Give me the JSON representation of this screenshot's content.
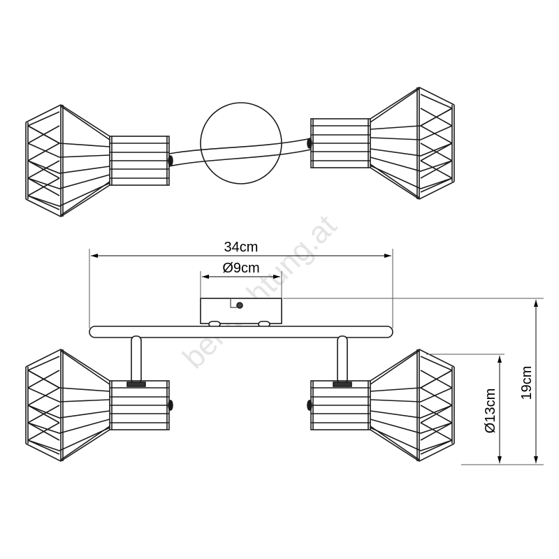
{
  "dimensions": {
    "total_width": "34cm",
    "canopy_diameter": "Ø9cm",
    "shade_diameter": "Ø13cm",
    "total_height": "19cm"
  },
  "watermark": "beleuchtung.at",
  "colors": {
    "line": "#1a1a1a",
    "watermark": "#e4e4e4"
  }
}
